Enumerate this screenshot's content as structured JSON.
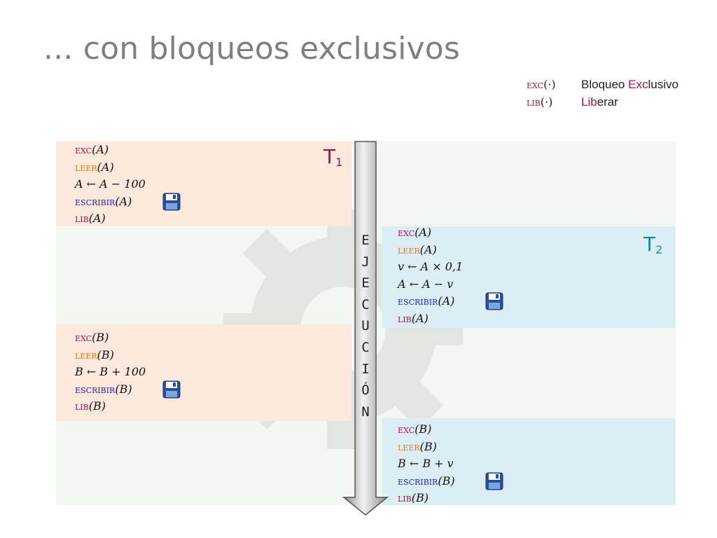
{
  "title": "... con bloqueos exclusivos",
  "legend": {
    "exc_code": "exc",
    "exc_desc_hl1": "",
    "exc_desc": "Bloqueo ",
    "exc_desc_hl": "Exc",
    "exc_desc_rest": "lusivo",
    "lib_code": "lib",
    "lib_desc_hl": "Lib",
    "lib_desc_rest": "erar",
    "paren": "(·)"
  },
  "labels": {
    "t1": "T",
    "t1_sub": "1",
    "t2": "T",
    "t2_sub": "2"
  },
  "execution_letters": [
    "E",
    "J",
    "E",
    "C",
    "U",
    "C",
    "I",
    "Ó",
    "N"
  ],
  "blocks": {
    "t1_a": [
      {
        "kw": "exc",
        "arg": "(A)"
      },
      {
        "kw": "leer",
        "arg": "(A)"
      },
      {
        "expr": "A ← A − 100"
      },
      {
        "kw": "escribir",
        "arg": "(A)"
      },
      {
        "kw": "lib",
        "arg": "(A)"
      }
    ],
    "t2_a": [
      {
        "kw": "exc",
        "arg": "(A)"
      },
      {
        "kw": "leer",
        "arg": "(A)"
      },
      {
        "expr": "v ← A × 0,1"
      },
      {
        "expr": "A ← A − v"
      },
      {
        "kw": "escribir",
        "arg": "(A)"
      },
      {
        "kw": "lib",
        "arg": "(A)"
      }
    ],
    "t1_b": [
      {
        "kw": "exc",
        "arg": "(B)"
      },
      {
        "kw": "leer",
        "arg": "(B)"
      },
      {
        "expr": "B ← B + 100"
      },
      {
        "kw": "escribir",
        "arg": "(B)"
      },
      {
        "kw": "lib",
        "arg": "(B)"
      }
    ],
    "t2_b": [
      {
        "kw": "exc",
        "arg": "(B)"
      },
      {
        "kw": "leer",
        "arg": "(B)"
      },
      {
        "expr": "B ← B + v"
      },
      {
        "kw": "escribir",
        "arg": "(B)"
      },
      {
        "kw": "lib",
        "arg": "(B)"
      }
    ]
  },
  "icons": {
    "disk": "floppy-disk-icon",
    "background": "gear-icon"
  },
  "colors": {
    "t1_block": "#fce8dc",
    "t2_block": "#dcedf4",
    "exc": "#a0144d",
    "leer": "#e07b1a",
    "escribir": "#2222b8",
    "t1_label": "#a0144d",
    "t2_label": "#1a8a9a"
  }
}
